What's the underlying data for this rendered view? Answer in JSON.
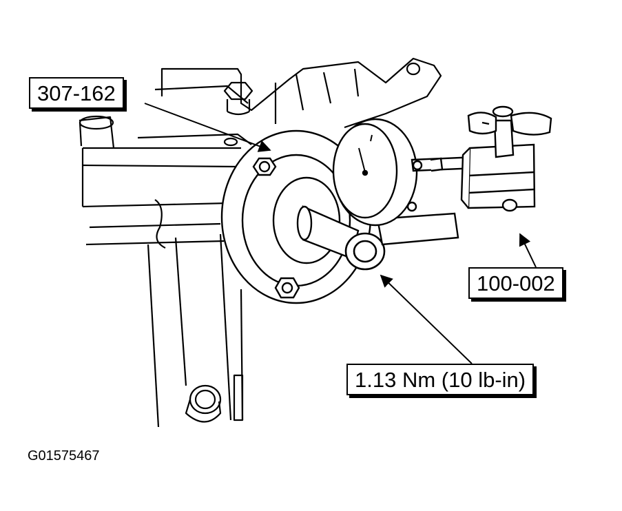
{
  "callouts": {
    "tool_307": "307-162",
    "tool_100": "100-002",
    "torque": "1.13 Nm (10 lb-in)"
  },
  "figure_id": "G01575467",
  "colors": {
    "ink": "#000000",
    "paper": "#ffffff"
  }
}
